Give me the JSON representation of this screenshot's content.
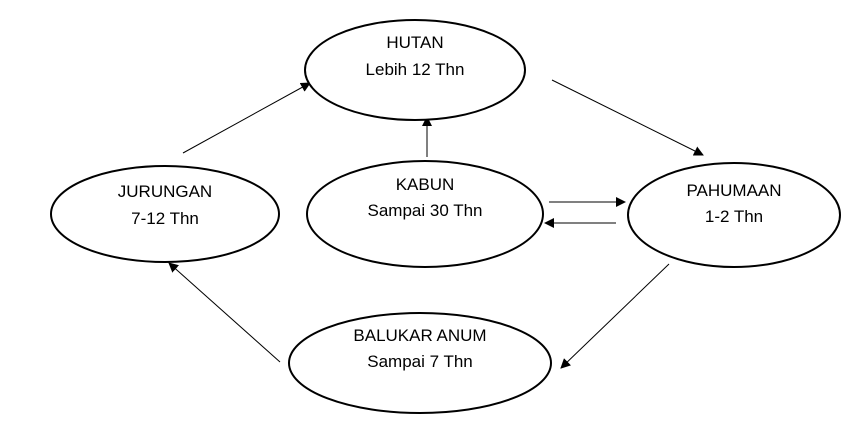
{
  "nodes": {
    "hutan": {
      "name": "HUTAN",
      "duration": "Lebih 12 Thn"
    },
    "jurungan": {
      "name": "JURUNGAN",
      "duration": "7-12 Thn"
    },
    "kabun": {
      "name": "KABUN",
      "duration": "Sampai 30 Thn"
    },
    "pahumaan": {
      "name": "PAHUMAAN",
      "duration": "1-2 Thn"
    },
    "balukar": {
      "name": "BALUKAR ANUM",
      "duration": "Sampai 7 Thn"
    }
  },
  "edges": [
    {
      "from": "JURUNGAN",
      "to": "HUTAN"
    },
    {
      "from": "HUTAN",
      "to": "PAHUMAAN"
    },
    {
      "from": "KABUN",
      "to": "HUTAN"
    },
    {
      "from": "KABUN",
      "to": "PAHUMAAN"
    },
    {
      "from": "PAHUMAAN",
      "to": "KABUN"
    },
    {
      "from": "PAHUMAAN",
      "to": "BALUKAR ANUM"
    },
    {
      "from": "BALUKAR ANUM",
      "to": "JURUNGAN"
    }
  ]
}
